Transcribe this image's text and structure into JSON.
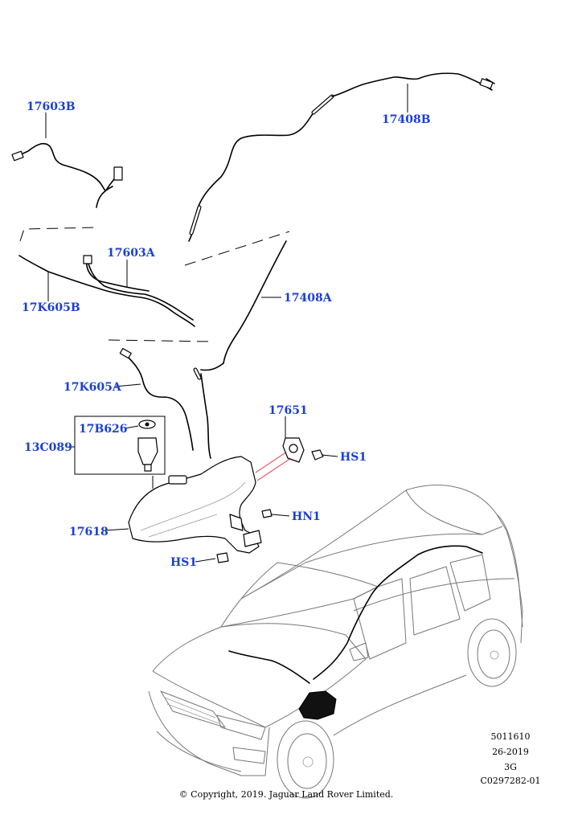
{
  "callouts": {
    "c17603B": "17603B",
    "c17408B": "17408B",
    "c17603A": "17603A",
    "c17K605B": "17K605B",
    "c17408A": "17408A",
    "c17K605A": "17K605A",
    "c17651": "17651",
    "c17B626": "17B626",
    "c13C089": "13C089",
    "cHS1a": "HS1",
    "cHN1": "HN1",
    "c17618": "17618",
    "cHS1b": "HS1"
  },
  "meta": {
    "line1": "5011610",
    "line2": "26-2019",
    "line3": "3G",
    "line4": "C0297282-01"
  },
  "copyright": "© Copyright, 2019. Jaguar Land Rover Limited.",
  "colors": {
    "callout": "#1a3fd6",
    "highlight": "#e0303a"
  }
}
